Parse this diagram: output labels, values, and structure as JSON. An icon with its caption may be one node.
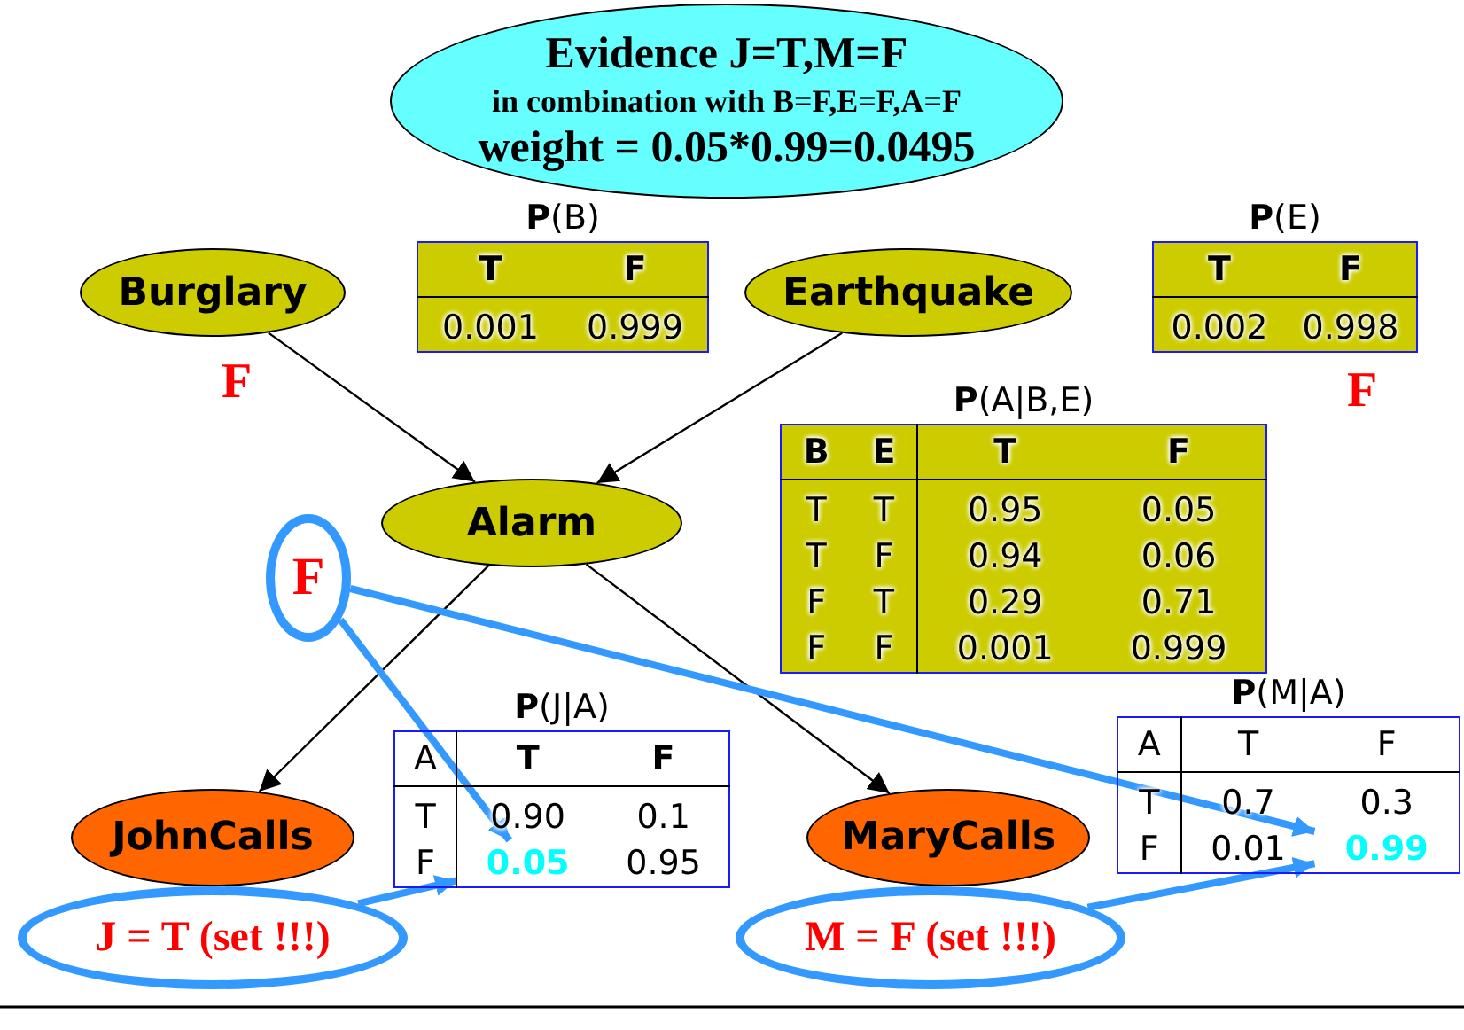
{
  "diagram": {
    "nodes": [
      {
        "text": [
          "**P**(B)",
          "T",
          "F",
          "0.001",
          "0.999"
        ]
      },
      {
        "text": [
          "**P**(E)",
          "T",
          "F",
          "0.002",
          "0.998"
        ]
      },
      {
        "text": [
          "Burglary"
        ]
      },
      {
        "text": [
          "Earthquake"
        ]
      },
      {
        "text": [
          "Evidence J=T,M=F",
          "in combination with B=F,E=F,A=F",
          "weight = 0.05*0.99=0.0495"
        ]
      },
      {
        "text": [
          "**P**(A|B,E)",
          "B",
          "E",
          "T",
          "F",
          "T",
          "T",
          "0.95",
          "0.05",
          "T",
          "F",
          "0.94",
          "0.06",
          "F",
          "T",
          "0.29",
          "0.71",
          "F",
          "F",
          "0.001",
          "0.999"
        ]
      },
      {
        "text": [
          "F"
        ]
      },
      {
        "text": [
          "Alarm"
        ]
      },
      {
        "text": [
          "**P**(J|A)",
          "A",
          "T",
          "F",
          "T",
          "0.90",
          "0.1",
          "F",
          "0.95"
        ]
      },
      {
        "text": [
          "0.05"
        ],
        "in": 8
      },
      {
        "text": [
          "**P**(M|A)",
          "A",
          "T",
          "F",
          "T",
          "0.7",
          "0.3",
          "F",
          "0.01"
        ]
      },
      {
        "text": [
          "0.99"
        ],
        "in": 10
      },
      {
        "text": [
          "JohnCalls"
        ]
      },
      {
        "text": [
          "MaryCalls"
        ]
      },
      {
        "text": [
          "J = T (set !!!)"
        ]
      },
      {
        "text": [
          "M = F (set !!!)"
        ]
      }
    ],
    "edges": [
      {
        "from": 2,
        "to": 7,
        "arrow": "to"
      },
      {
        "from": 3,
        "to": 7,
        "arrow": "to"
      },
      {
        "from": 7,
        "to": 12,
        "arrow": "to"
      },
      {
        "from": 7,
        "to": 13,
        "arrow": "to"
      },
      {
        "from": 6,
        "to": 9,
        "arrow": "to",
        "style": "thick",
        "color": "#3399ff"
      },
      {
        "from": 6,
        "to": 11,
        "arrow": "to",
        "style": "thick",
        "color": "#3399ff"
      },
      {
        "from": 14,
        "to": 9,
        "arrow": "to",
        "style": "thick",
        "color": "#3399ff"
      },
      {
        "from": 15,
        "to": 11,
        "arrow": "to",
        "style": "thick",
        "color": "#3399ff"
      }
    ],
    "labels": [
      "F",
      "F"
    ]
  }
}
